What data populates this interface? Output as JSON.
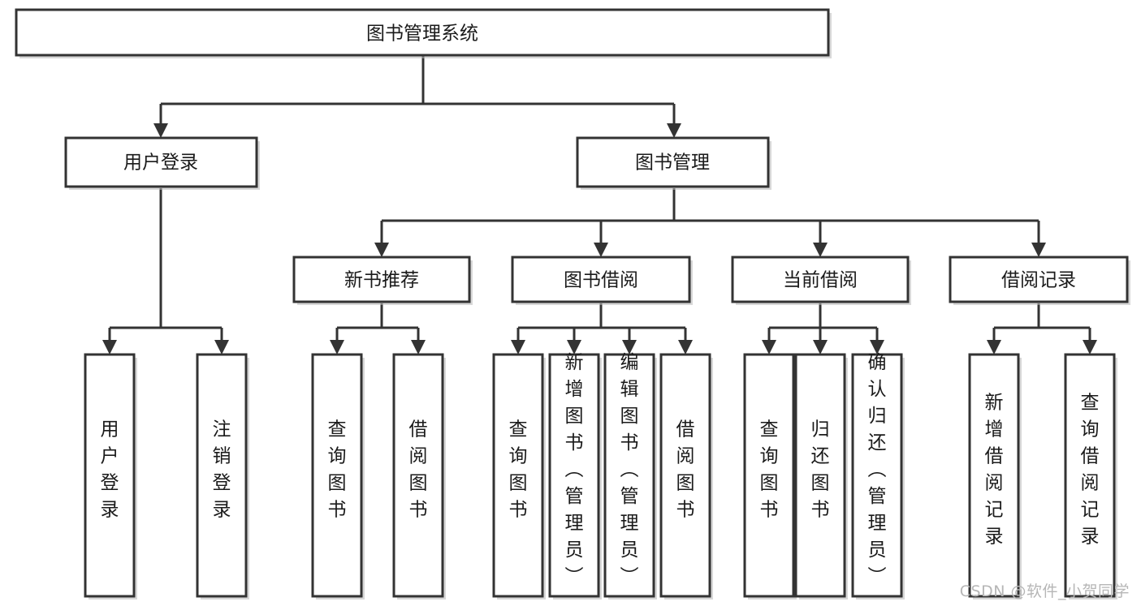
{
  "diagram": {
    "type": "tree-hierarchy",
    "title": "图书管理系统",
    "orientation": "top-down",
    "colors": {
      "box_stroke": "#333333",
      "box_fill": "#ffffff",
      "connector": "#333333",
      "text": "#1a1a1a",
      "watermark": "#b6b6b6",
      "background": "#ffffff"
    },
    "root": {
      "id": "root",
      "label": "图书管理系统",
      "orientation": "horizontal"
    },
    "level2": [
      {
        "id": "user-login",
        "label": "用户登录",
        "orientation": "horizontal"
      },
      {
        "id": "book-management",
        "label": "图书管理",
        "orientation": "horizontal"
      }
    ],
    "level3": [
      {
        "id": "new-book-recommend",
        "label": "新书推荐",
        "parent": "book-management",
        "orientation": "horizontal"
      },
      {
        "id": "book-borrow",
        "label": "图书借阅",
        "parent": "book-management",
        "orientation": "horizontal"
      },
      {
        "id": "current-borrow",
        "label": "当前借阅",
        "parent": "book-management",
        "orientation": "horizontal"
      },
      {
        "id": "borrow-record",
        "label": "借阅记录",
        "parent": "book-management",
        "orientation": "horizontal"
      }
    ],
    "leaves": [
      {
        "id": "leaf-user-login",
        "label": "用户登录",
        "parent": "user-login",
        "orientation": "vertical"
      },
      {
        "id": "leaf-logout-login",
        "label": "注销登录",
        "parent": "user-login",
        "orientation": "vertical"
      },
      {
        "id": "leaf-query-book-1",
        "label": "查询图书",
        "parent": "new-book-recommend",
        "orientation": "vertical"
      },
      {
        "id": "leaf-borrow-book-1",
        "label": "借阅图书",
        "parent": "new-book-recommend",
        "orientation": "vertical"
      },
      {
        "id": "leaf-query-book-2",
        "label": "查询图书",
        "parent": "book-borrow",
        "orientation": "vertical"
      },
      {
        "id": "leaf-add-book",
        "label": "新增图书（管理员）",
        "parent": "book-borrow",
        "orientation": "vertical"
      },
      {
        "id": "leaf-edit-book",
        "label": "编辑图书（管理员）",
        "parent": "book-borrow",
        "orientation": "vertical"
      },
      {
        "id": "leaf-borrow-book-2",
        "label": "借阅图书",
        "parent": "book-borrow",
        "orientation": "vertical"
      },
      {
        "id": "leaf-query-book-3",
        "label": "查询图书",
        "parent": "current-borrow",
        "orientation": "vertical"
      },
      {
        "id": "leaf-return-book",
        "label": "归还图书",
        "parent": "current-borrow",
        "orientation": "vertical"
      },
      {
        "id": "leaf-confirm-return",
        "label": "确认归还（管理员）",
        "parent": "current-borrow",
        "orientation": "vertical"
      },
      {
        "id": "leaf-add-borrow-record",
        "label": "新增借阅记录",
        "parent": "borrow-record",
        "orientation": "vertical"
      },
      {
        "id": "leaf-query-borrow-record",
        "label": "查询借阅记录",
        "parent": "borrow-record",
        "orientation": "vertical"
      }
    ]
  },
  "watermark": {
    "text": "CSDN @软件_小贺同学"
  }
}
